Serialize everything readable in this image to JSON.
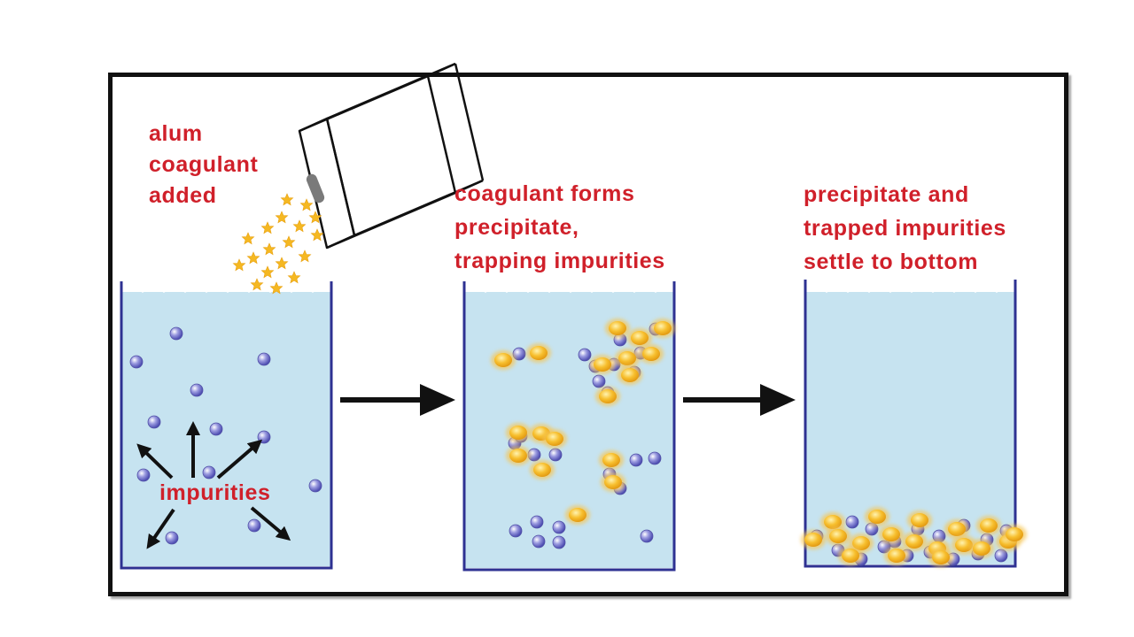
{
  "colors": {
    "label_red": "#d0202a",
    "water": "#c6e3f0",
    "beaker_outline": "#2e3192",
    "impurity_particle": "#6f6fc6",
    "precipitate": "#f4b52a",
    "arrow": "#111111"
  },
  "stage1": {
    "label_lines": [
      "alum",
      "coagulant",
      "added"
    ],
    "impurities_label": "impurities"
  },
  "stage2": {
    "label_lines": [
      "coagulant forms",
      "precipitate,",
      "trapping impurities"
    ]
  },
  "stage3": {
    "label_lines": [
      "precipitate and",
      "trapped impurities",
      "settle to bottom"
    ]
  },
  "icons": [
    "coagulant-box-icon",
    "star-icon",
    "arrow-right-icon"
  ]
}
